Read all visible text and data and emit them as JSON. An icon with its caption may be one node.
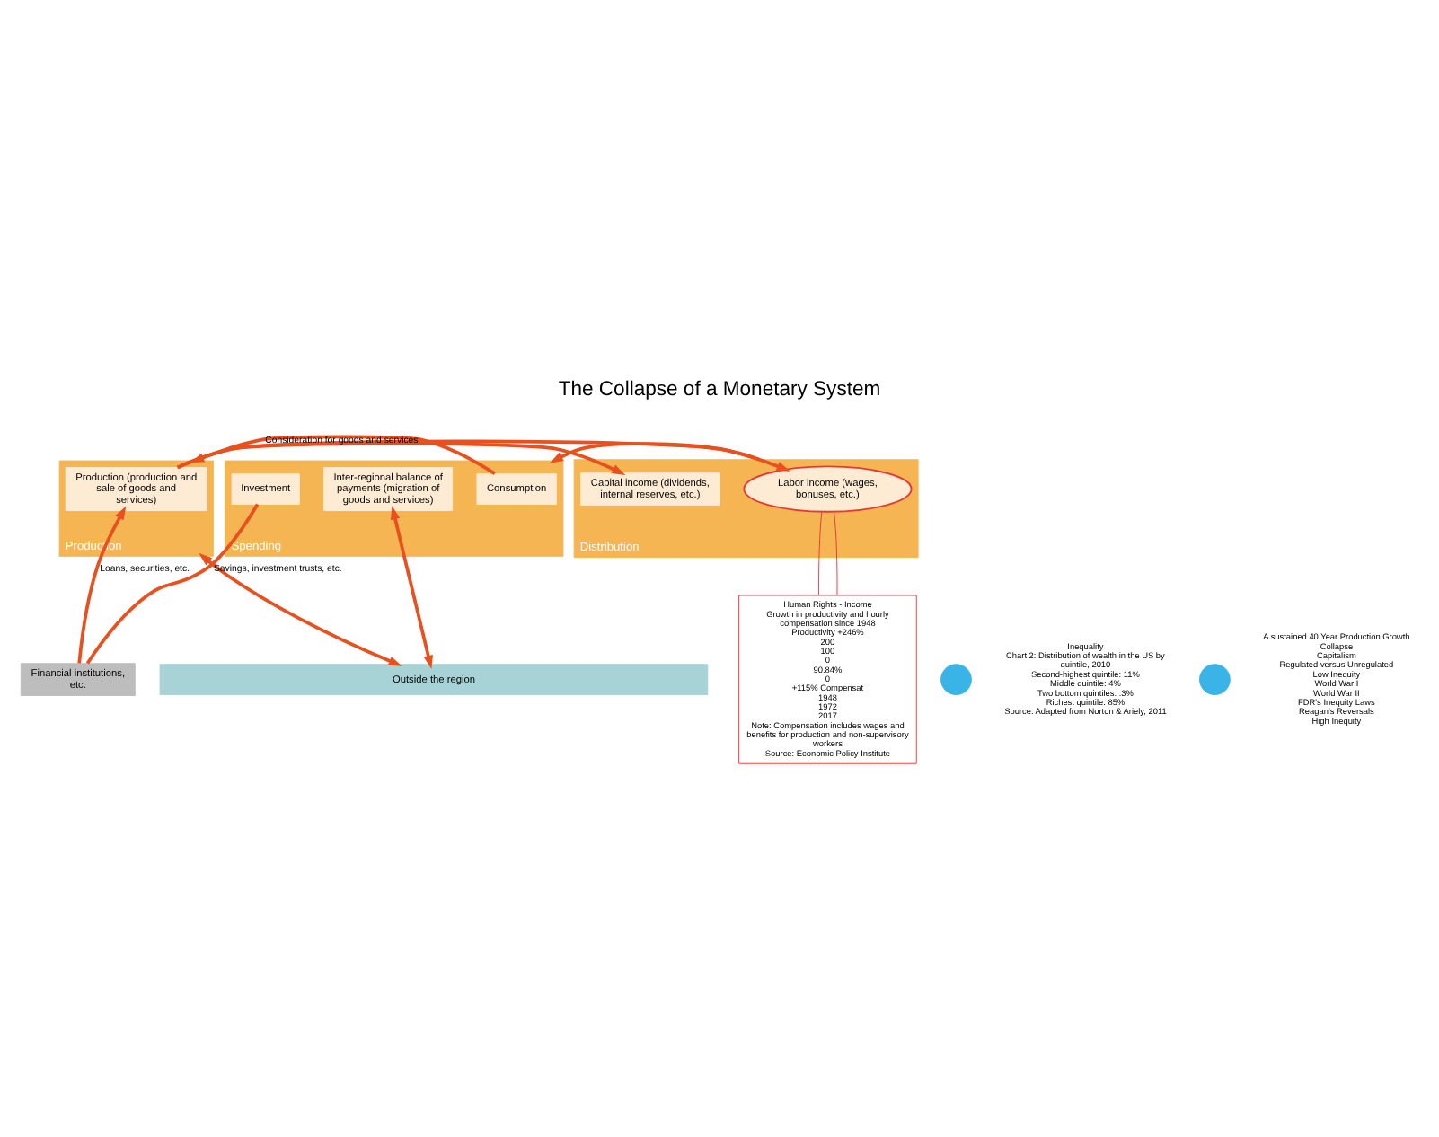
{
  "diagram": {
    "title": "The Collapse of a Monetary System",
    "nodes": [
      {
        "text": [
          "Production"
        ]
      },
      {
        "text": [
          "Production (production and sale of goods and services)"
        ],
        "in": 0
      },
      {
        "text": [
          "Distribution"
        ]
      },
      {
        "text": [
          "Labor income (wages, bonuses, etc.)"
        ],
        "in": 2
      },
      {
        "text": [
          "Capital income (dividends, internal reserves, etc.)"
        ],
        "in": 2
      },
      {
        "text": [
          "Spending"
        ]
      },
      {
        "text": [
          "Consumption"
        ],
        "in": 5
      },
      {
        "text": [
          "Investment"
        ],
        "in": 5
      },
      {
        "text": [
          "Inter-regional balance of payments (migration of goods and services)"
        ],
        "in": 5
      },
      {
        "text": [
          "Financial institutions, etc."
        ]
      },
      {
        "text": [
          "Outside the region"
        ]
      },
      {
        "text": [
          "Human Rights - Income",
          "Growth in productivity and hourly compensation since 1948",
          "Productivity +246%",
          "200",
          "100",
          "0",
          "90.84%",
          "0",
          "+115% Compensat",
          "1948",
          "1972",
          "2017",
          "Note: Compensation includes wages and benefits for production and non-supervisory workers",
          "Source: Economic Policy Institute"
        ]
      },
      {
        "text": [],
        "shape": "circle"
      },
      {
        "text": [
          "Inequality",
          "Chart 2: Distribution of wealth in the US by quintile, 2010",
          "Second-highest quintile: 11%",
          "Middle quintile: 4%",
          "Two bottom quintiles: .3%",
          "Richest quintile: 85%",
          "Source: Adapted from Norton & Ariely, 2011"
        ]
      },
      {
        "text": [],
        "shape": "circle"
      },
      {
        "text": [
          "A sustained 40 Year Production Growth Collapse",
          "Capitalism",
          "Regulated versus Unregulated",
          "Low Inequity",
          "World War I",
          "World War II",
          "FDR's Inequity Laws",
          "Reagan's Reversals",
          "High Inequity"
        ]
      }
    ],
    "edges": [
      {
        "from": 6,
        "to": 0,
        "arrow": "to",
        "label": "Consideration for goods and services"
      },
      {
        "from": 1,
        "to": 3,
        "arrow": "to"
      },
      {
        "from": 1,
        "to": 4,
        "arrow": "to"
      },
      {
        "from": 2,
        "to": 5,
        "arrow": "to"
      },
      {
        "from": 7,
        "to": 9,
        "arrow": "none",
        "label": "Savings, investment trusts, etc."
      },
      {
        "from": 9,
        "to": 1,
        "arrow": "to",
        "label": "Loans, securities, etc."
      },
      {
        "from": 0,
        "to": 10,
        "arrow": "both"
      },
      {
        "from": 8,
        "to": 10,
        "arrow": "both"
      },
      {
        "from": 3,
        "to": 11,
        "arrow": "none",
        "color": "#e53935"
      },
      {
        "from": 3,
        "to": 11,
        "arrow": "none",
        "color": "#e53935"
      }
    ]
  }
}
